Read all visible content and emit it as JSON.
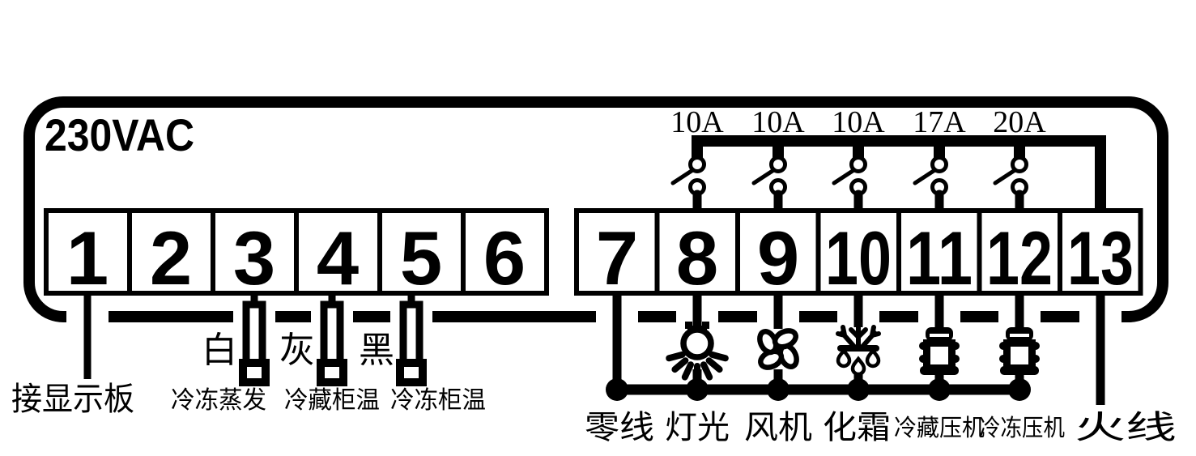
{
  "diagram": {
    "voltage_label": "230VAC",
    "terminals_row1": [
      "1",
      "2",
      "3",
      "4",
      "5",
      "6"
    ],
    "terminals_row2": [
      "7",
      "8",
      "9",
      "10",
      "11",
      "12",
      "13"
    ],
    "fuse_ratings": [
      "10A",
      "10A",
      "10A",
      "17A",
      "20A"
    ],
    "probe_wire_colors": [
      "白",
      "灰",
      "黑"
    ],
    "probe_labels": [
      "冷冻蒸发",
      "冷藏柜温",
      "冷冻柜温"
    ],
    "display_board_label": "接显示板",
    "output_labels": [
      "零线",
      "灯光",
      "风机",
      "化霜",
      "冷藏压机",
      "冷冻压机",
      "火线"
    ],
    "icons": [
      "lamp-icon",
      "fan-icon",
      "defrost-snowflake-icon",
      "compressor-icon",
      "compressor-icon"
    ],
    "colors": {
      "line": "#000000",
      "background": "#ffffff"
    }
  }
}
